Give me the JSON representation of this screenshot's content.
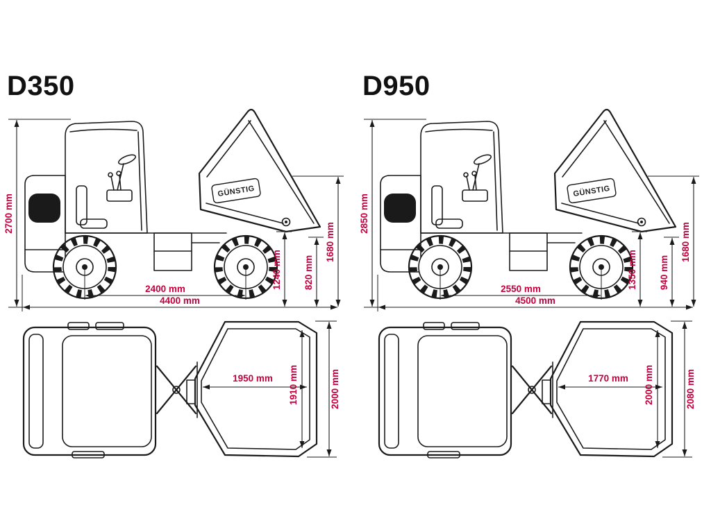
{
  "colors": {
    "background": "#ffffff",
    "line_art": "#1a1a1a",
    "dimension": "#c2003c",
    "title": "#111111"
  },
  "panels": [
    {
      "title": "D350",
      "skip_brand": "GÜNSTIG",
      "side_view": {
        "overall_height": "2700 mm",
        "skip_pivot_height": "1240 mm",
        "chassis_height": "820 mm",
        "skip_top_height": "1680 mm",
        "wheelbase": "2400 mm",
        "overall_length": "4400 mm"
      },
      "top_view": {
        "skip_inner_length": "1950 mm",
        "skip_inner_width": "1910 mm",
        "overall_width": "2000 mm"
      }
    },
    {
      "title": "D950",
      "skip_brand": "GÜNSTIG",
      "side_view": {
        "overall_height": "2850 mm",
        "skip_pivot_height": "1350 mm",
        "chassis_height": "940 mm",
        "skip_top_height": "1680 mm",
        "wheelbase": "2550 mm",
        "overall_length": "4500 mm"
      },
      "top_view": {
        "skip_inner_length": "1770 mm",
        "skip_inner_width": "2000 mm",
        "overall_width": "2080 mm"
      }
    }
  ]
}
